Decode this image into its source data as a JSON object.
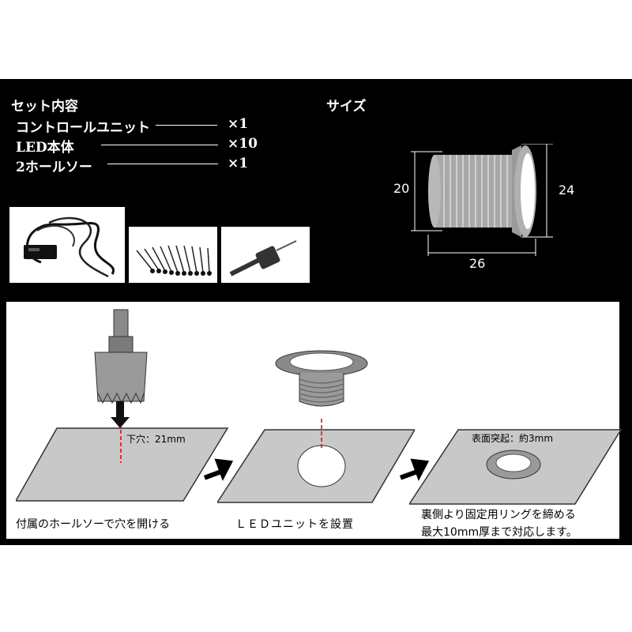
{
  "set": {
    "title": "セット内容",
    "items": [
      {
        "name": "コントロールユニット",
        "qty": "×1"
      },
      {
        "name": "LED本体",
        "qty": "×10"
      },
      {
        "name": "2ホールソー",
        "qty": "×1"
      }
    ]
  },
  "size": {
    "title": "サイズ",
    "height_inner": "20",
    "height_outer": "24",
    "width": "26"
  },
  "steps": {
    "step1_note": "下穴：21mm",
    "step1_caption": "付属のホールソーで穴を開ける",
    "step2_caption": "ＬＥＤユニットを設置",
    "step3_note": "表面突起：約3mm",
    "step3_caption_line1": "裏側より固定用リングを締める",
    "step3_caption_line2": "最大10mm厚まで対応します。"
  }
}
